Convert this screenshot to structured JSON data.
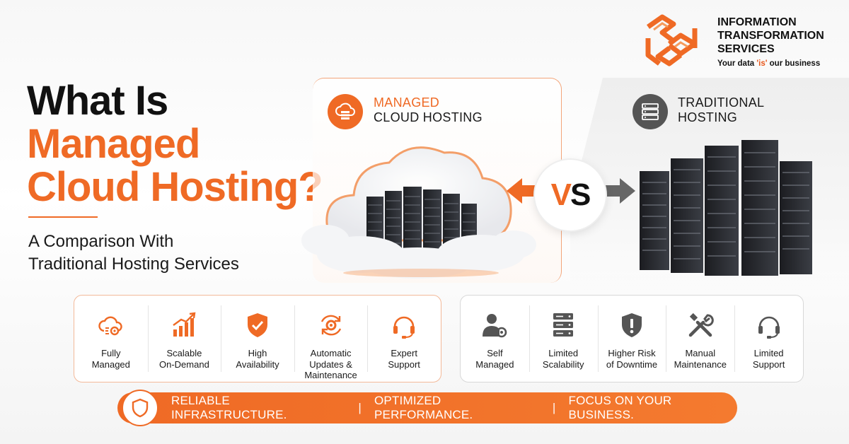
{
  "brand": {
    "name_lines": [
      "INFORMATION",
      "TRANSFORMATION",
      "SERVICES"
    ],
    "tagline_pre": "Your data ",
    "tagline_highlight": "'is'",
    "tagline_post": " our business"
  },
  "headline": {
    "line1": "What Is",
    "line2": "Managed",
    "line3": "Cloud Hosting?"
  },
  "subtitle": {
    "line1": "A Comparison With",
    "line2": "Traditional Hosting Services"
  },
  "managed_panel": {
    "title_line1": "MANAGED",
    "title_line2": "CLOUD HOSTING",
    "icon": "cloud-server-icon"
  },
  "traditional_panel": {
    "title_line1": "TRADITIONAL",
    "title_line2": "HOSTING",
    "icon": "server-stack-icon"
  },
  "vs": {
    "v": "V",
    "s": "S"
  },
  "managed_features": [
    {
      "label": "Fully\nManaged",
      "icon": "cloud-gear-icon"
    },
    {
      "label": "Scalable\nOn-Demand",
      "icon": "growth-chart-icon"
    },
    {
      "label": "High\nAvailability",
      "icon": "shield-check-icon"
    },
    {
      "label": "Automatic\nUpdates &\nMaintenance",
      "icon": "refresh-gear-icon"
    },
    {
      "label": "Expert\nSupport",
      "icon": "headset-icon"
    }
  ],
  "traditional_features": [
    {
      "label": "Self\nManaged",
      "icon": "user-gear-icon"
    },
    {
      "label": "Limited\nScalability",
      "icon": "server-icon"
    },
    {
      "label": "Higher Risk\nof Downtime",
      "icon": "shield-warning-icon"
    },
    {
      "label": "Manual\nMaintenance",
      "icon": "tools-icon"
    },
    {
      "label": "Limited\nSupport",
      "icon": "headset-icon"
    }
  ],
  "bottom_bar": {
    "item1": "RELIABLE INFRASTRUCTURE.",
    "item2": "OPTIMIZED PERFORMANCE.",
    "item3": "FOCUS ON YOUR BUSINESS.",
    "separator": "|"
  },
  "colors": {
    "accent": "#ef6a25",
    "dark": "#111111",
    "gray_icon": "#555555"
  }
}
